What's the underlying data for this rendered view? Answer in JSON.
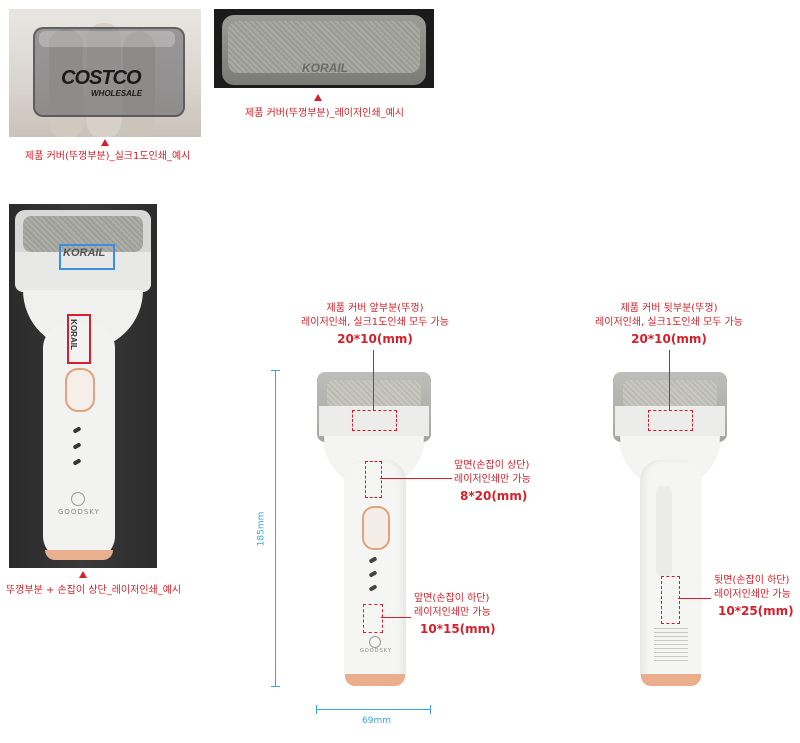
{
  "photos": {
    "photo1_logo": "COSTCO",
    "photo1_logo_sub": "WHOLESALE",
    "photo1_caption": "제품 커버(뚜껑부분)_실크1도인쇄_예시",
    "photo2_logo": "KORAIL",
    "photo2_caption": "제품 커버(뚜껑부분)_레이저인쇄_예시",
    "photo3_logo": "KORAIL",
    "photo3_handle_logo": "KORAIL",
    "photo3_brand": "GOODSKY",
    "photo3_caption": "뚜껑부분 + 손잡이 상단_레이저인쇄_예시"
  },
  "front": {
    "cover_label_line1": "제품 커버 앞부분(뚜껑)",
    "cover_label_line2": "레이저인쇄, 실크1도인쇄 모두 가능",
    "cover_size": "20*10(mm)",
    "handle_top_line1": "앞면(손잡이 상단)",
    "handle_top_line2": "레이저인쇄만 가능",
    "handle_top_size": "8*20(mm)",
    "handle_bottom_line1": "앞면(손잡이 하단)",
    "handle_bottom_line2": "레이저인쇄만 가능",
    "handle_bottom_size": "10*15(mm)",
    "brand": "GOODSKY"
  },
  "back": {
    "cover_label_line1": "제품 커버 뒷부분(뚜껑)",
    "cover_label_line2": "레이저인쇄, 실크1도인쇄 모두 가능",
    "cover_size": "20*10(mm)",
    "handle_line1": "뒷면(손잡이 하단)",
    "handle_line2": "레이저인쇄만 가능",
    "handle_size": "10*25(mm)"
  },
  "dimensions": {
    "height": "185mm",
    "width": "69mm"
  },
  "colors": {
    "accent_red": "#d3202b",
    "dimension_blue": "#3aa6d8",
    "rose_gold": "#e0a27f"
  }
}
